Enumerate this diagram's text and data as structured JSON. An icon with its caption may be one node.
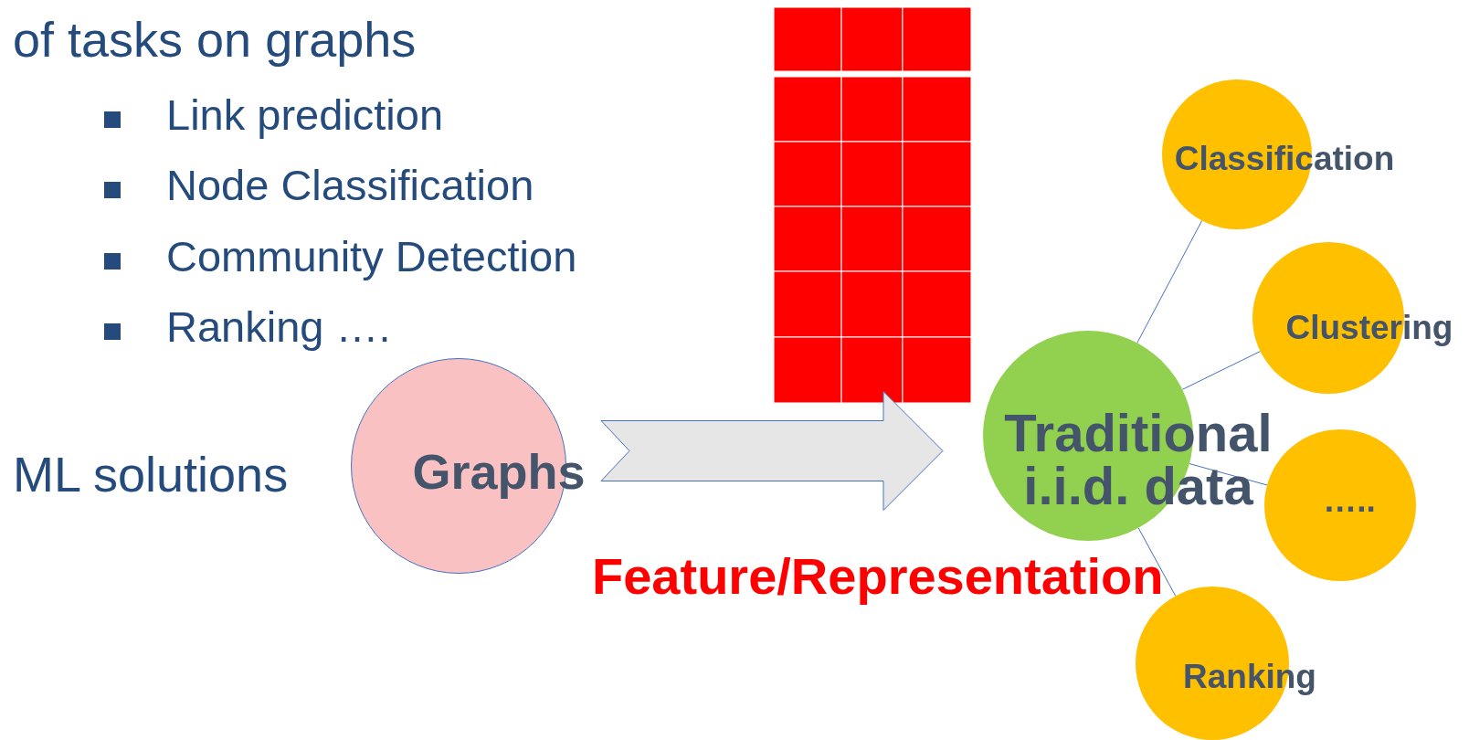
{
  "diagram": {
    "nodes": [
      {
        "text": [
          "Graphs"
        ]
      },
      {
        "text": [
          "Traditional i.i.d. data"
        ]
      },
      {
        "text": [
          "Classification"
        ]
      },
      {
        "text": [
          "Clustering"
        ]
      },
      {
        "text": [
          "….."
        ]
      },
      {
        "text": [
          "Ranking"
        ]
      }
    ],
    "edges": [
      {
        "from": 0,
        "to": 1,
        "arrow": "to",
        "style": "thick"
      },
      {
        "from": 1,
        "to": 2,
        "arrow": "none"
      },
      {
        "from": 1,
        "to": 3,
        "arrow": "none"
      },
      {
        "from": 1,
        "to": 4,
        "arrow": "none"
      },
      {
        "from": 1,
        "to": 5,
        "arrow": "none"
      }
    ],
    "labels": [
      "of tasks on graphs",
      "Link prediction",
      "Node Classification",
      "Community Detection",
      "Ranking ….",
      "ML solutions",
      "Feature/Representation"
    ]
  }
}
